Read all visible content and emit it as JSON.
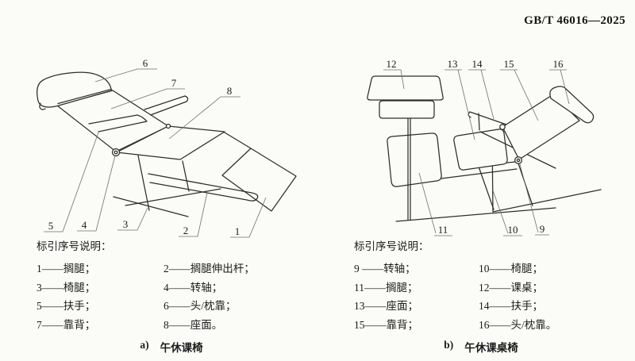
{
  "page": {
    "standard_number": "GB/T 46016—2025",
    "background_color": "#fbfbf8",
    "line_color": "#2d2d2d"
  },
  "figure_a": {
    "caption_prefix": "a)",
    "caption_text": "午休课椅",
    "legend_title": "标引序号说明：",
    "legend_items": [
      "1——搁腿；",
      "2——搁腿伸出杆；",
      "3——椅腿；",
      "4——转轴；",
      "5——扶手；",
      "6——头/枕靠；",
      "7——靠背；",
      "8——座面。"
    ],
    "callouts": [
      "6",
      "7",
      "8",
      "5",
      "4",
      "3",
      "2",
      "1"
    ]
  },
  "figure_b": {
    "caption_prefix": "b)",
    "caption_text": "午休课桌椅",
    "legend_title": "标引序号说明：",
    "legend_items": [
      "9 ——转轴；",
      "10——椅腿；",
      "11——搁腿；",
      "12——课桌；",
      "13——座面；",
      "14——扶手；",
      "15——靠背；",
      "16——头/枕靠。"
    ],
    "callouts": [
      "12",
      "13",
      "14",
      "15",
      "16",
      "11",
      "10",
      "9"
    ]
  }
}
